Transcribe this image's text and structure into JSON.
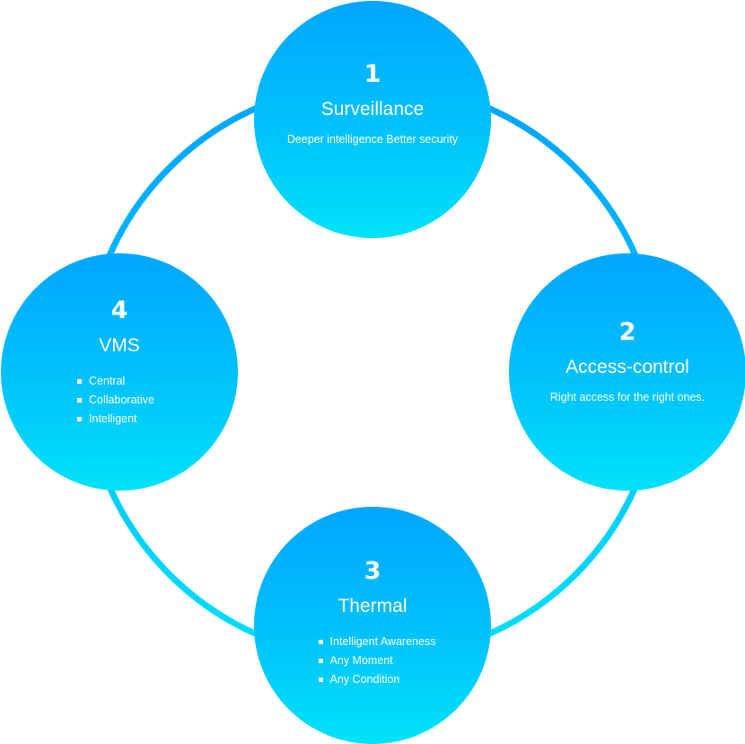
{
  "colors": {
    "ring_top": "#00a3ff",
    "ring_bottom": "#00e0f8",
    "circle_top": "#00a6ff",
    "circle_bottom": "#00e2f9",
    "text": "#ffffff"
  },
  "nodes": [
    {
      "number": "1",
      "title": "Surveillance",
      "description": "Deeper intelligence Better security"
    },
    {
      "number": "2",
      "title": "Access-control",
      "description": "Right access for the right ones."
    },
    {
      "number": "3",
      "title": "Thermal",
      "bullets": [
        "Intelligent Awareness",
        "Any Moment",
        "Any Condition"
      ]
    },
    {
      "number": "4",
      "title": "VMS",
      "bullets": [
        "Central",
        "Collaborative",
        "Intelligent"
      ]
    }
  ]
}
